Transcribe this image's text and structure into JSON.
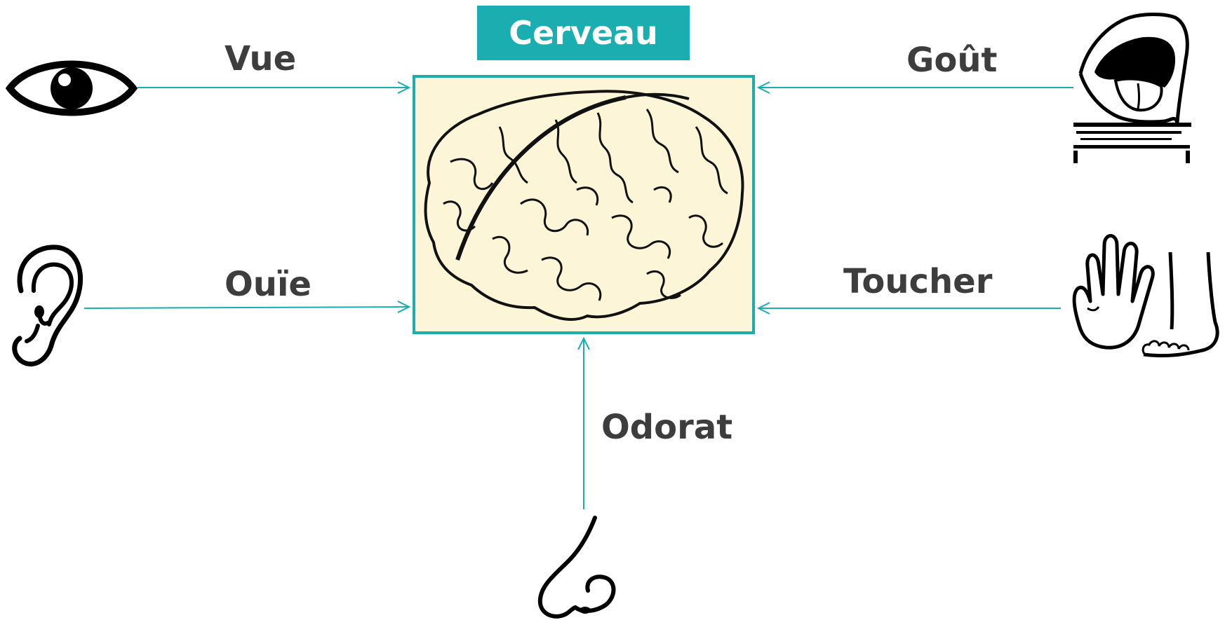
{
  "colors": {
    "accent": "#1aaeb0",
    "brain_fill": "#fdf5d8",
    "label_text": "#3d3d3d"
  },
  "center": {
    "title": "Cerveau",
    "image": "brain-illustration"
  },
  "senses": {
    "vue": {
      "label": "Vue",
      "icon": "eye-icon"
    },
    "ouie": {
      "label": "Ouïe",
      "icon": "ear-icon"
    },
    "gout": {
      "label": "Goût",
      "icon": "mouth-tongue-icon"
    },
    "toucher": {
      "label": "Toucher",
      "icon": "hand-foot-icon"
    },
    "odorat": {
      "label": "Odorat",
      "icon": "nose-icon"
    }
  }
}
